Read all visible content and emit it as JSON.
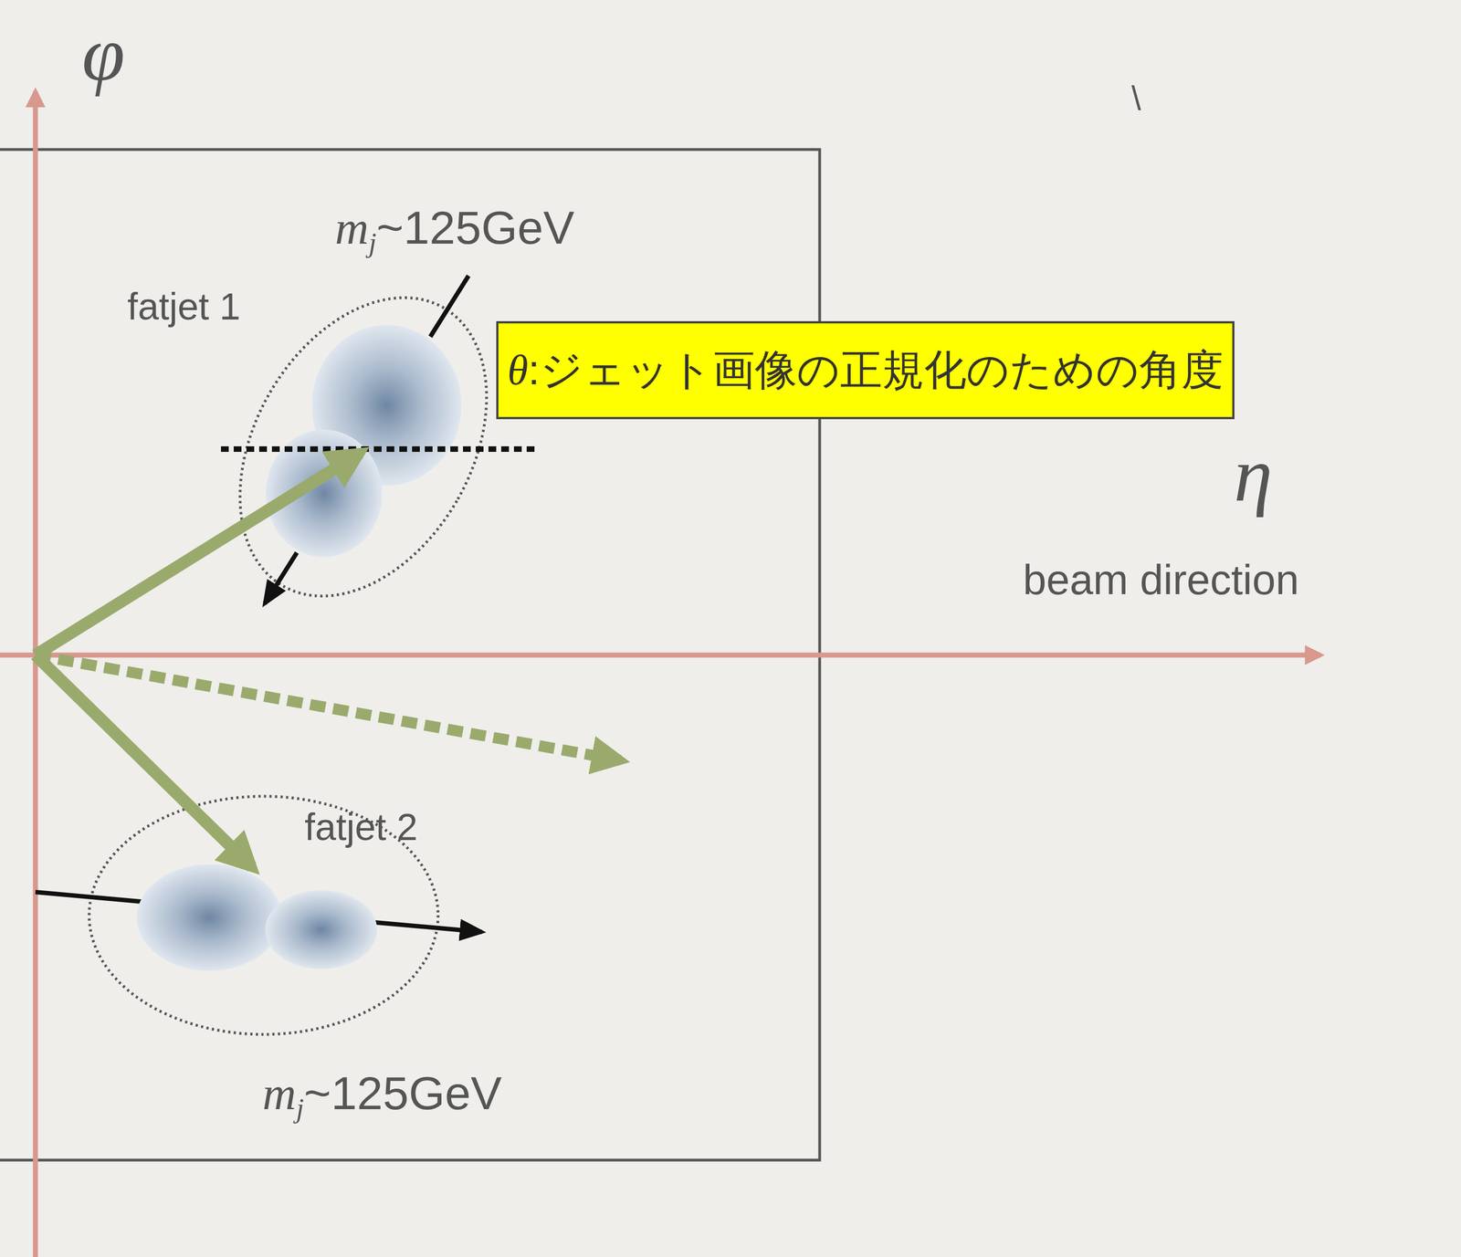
{
  "diagram": {
    "nodes": [
      {
        "text": [
          "θ:ジェット画像の正規化のための角度"
        ]
      }
    ],
    "labels": [
      "φ",
      "\\",
      "mj~125GeV",
      "fatjet 1",
      "η",
      "beam direction",
      "fatjet 2",
      "mj~125GeV"
    ]
  }
}
